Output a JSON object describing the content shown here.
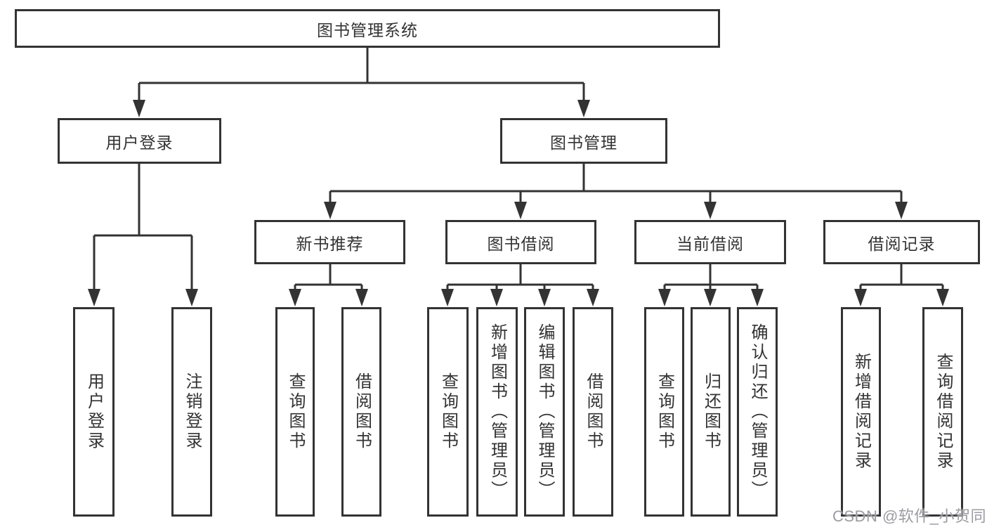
{
  "diagram": {
    "root": {
      "label": "图书管理系统"
    },
    "branches": [
      {
        "label": "用户登录",
        "children": [
          {
            "label": "用户登录"
          },
          {
            "label": "注销登录"
          }
        ]
      },
      {
        "label": "图书管理",
        "children": [
          {
            "label": "新书推荐",
            "children": [
              {
                "label": "查询图书"
              },
              {
                "label": "借阅图书"
              }
            ]
          },
          {
            "label": "图书借阅",
            "children": [
              {
                "label": "查询图书"
              },
              {
                "label": "新增图书（管理员）"
              },
              {
                "label": "编辑图书（管理员）"
              },
              {
                "label": "借阅图书"
              }
            ]
          },
          {
            "label": "当前借阅",
            "children": [
              {
                "label": "查询图书"
              },
              {
                "label": "归还图书"
              },
              {
                "label": "确认归还（管理员）"
              }
            ]
          },
          {
            "label": "借阅记录",
            "children": [
              {
                "label": "新增借阅记录"
              },
              {
                "label": "查询借阅记录"
              }
            ]
          }
        ]
      }
    ]
  },
  "watermark": {
    "text": "CSDN @软件_小贺同学"
  },
  "colors": {
    "line": "#333333",
    "box_border": "#333333",
    "text": "#333333",
    "watermark": "#9b9ba3",
    "background": "#ffffff"
  }
}
